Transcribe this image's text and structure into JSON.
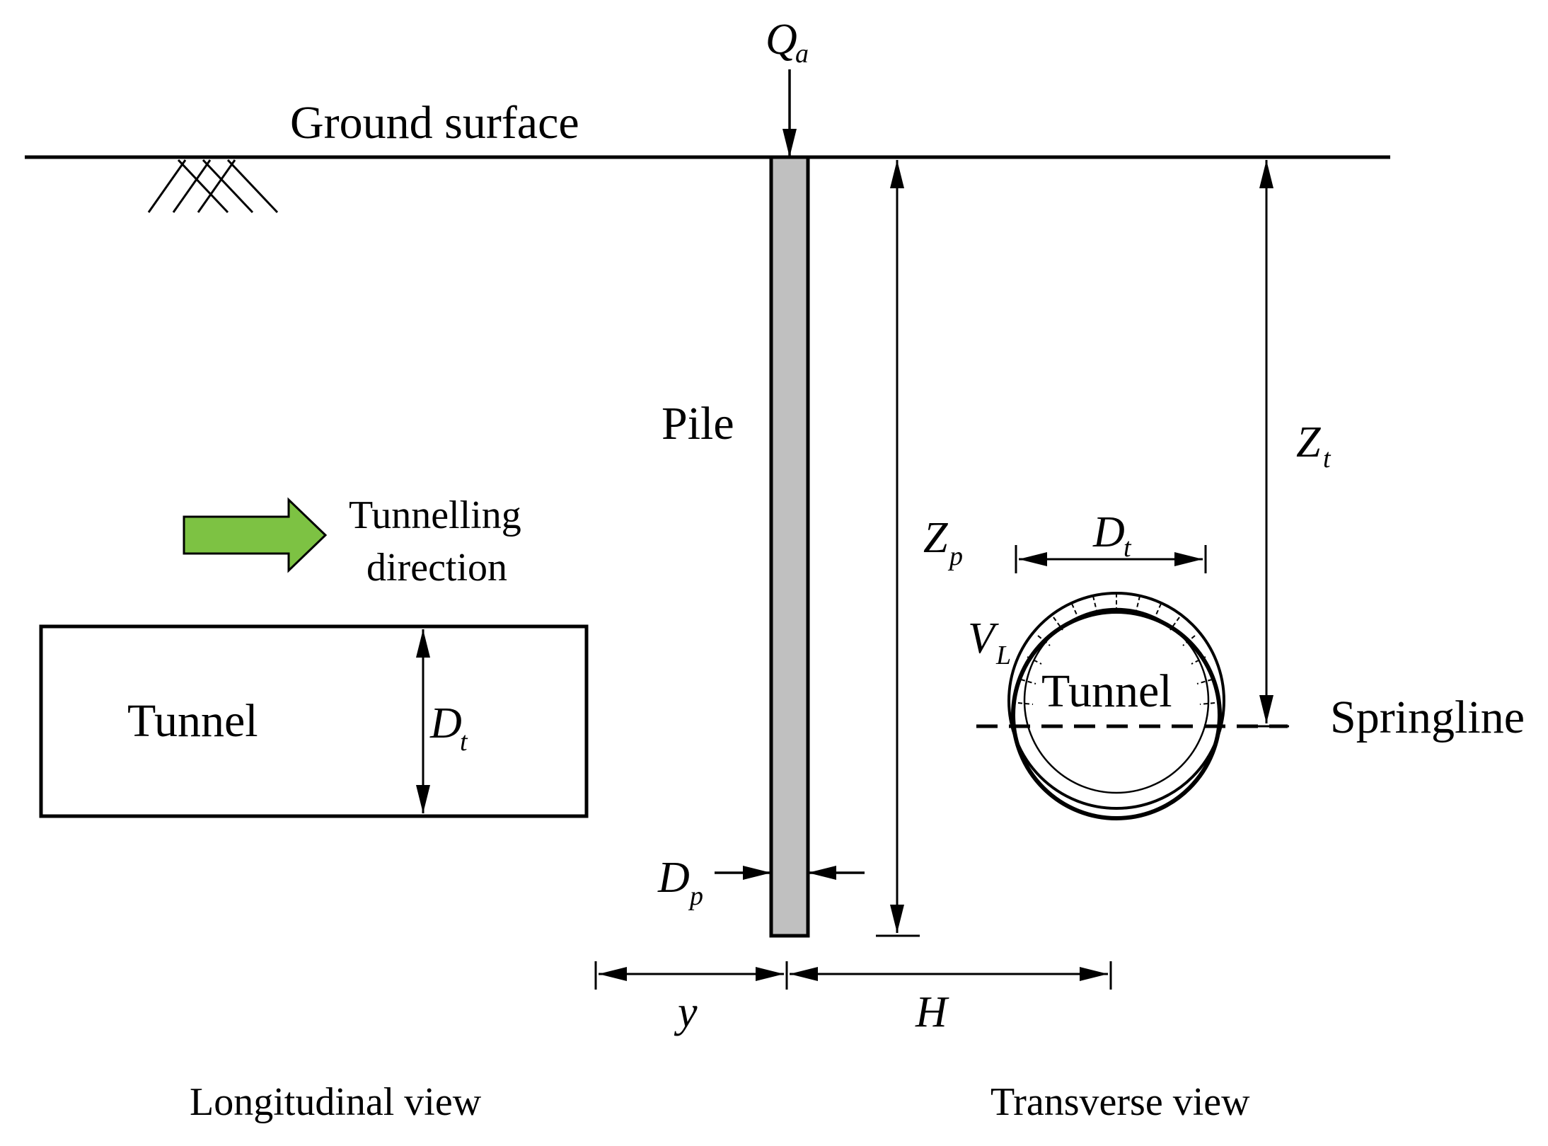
{
  "labels": {
    "load_symbol": "Q",
    "load_sub": "a",
    "ground_surface": "Ground surface",
    "pile": "Pile",
    "tunnelling_line1": "Tunnelling",
    "tunnelling_line2": "direction",
    "tunnel_long": "Tunnel",
    "tunnel_trans": "Tunnel",
    "springline": "Springline",
    "dt_symbol": "D",
    "dt_sub": "t",
    "dp_symbol": "D",
    "dp_sub": "p",
    "zp_symbol": "Z",
    "zp_sub": "p",
    "zt_symbol": "Z",
    "zt_sub": "t",
    "vl_symbol": "V",
    "vl_sub": "L",
    "y_symbol": "y",
    "h_symbol": "H",
    "longitudinal_view": "Longitudinal view",
    "transverse_view": "Transverse view"
  },
  "colors": {
    "pile_fill": "#c0c0c0",
    "arrow_fill": "#7dc243",
    "line": "#000000"
  },
  "icons": {
    "direction_arrow": "right-arrow-icon",
    "soil_hatch": "soil-hatch-icon"
  }
}
